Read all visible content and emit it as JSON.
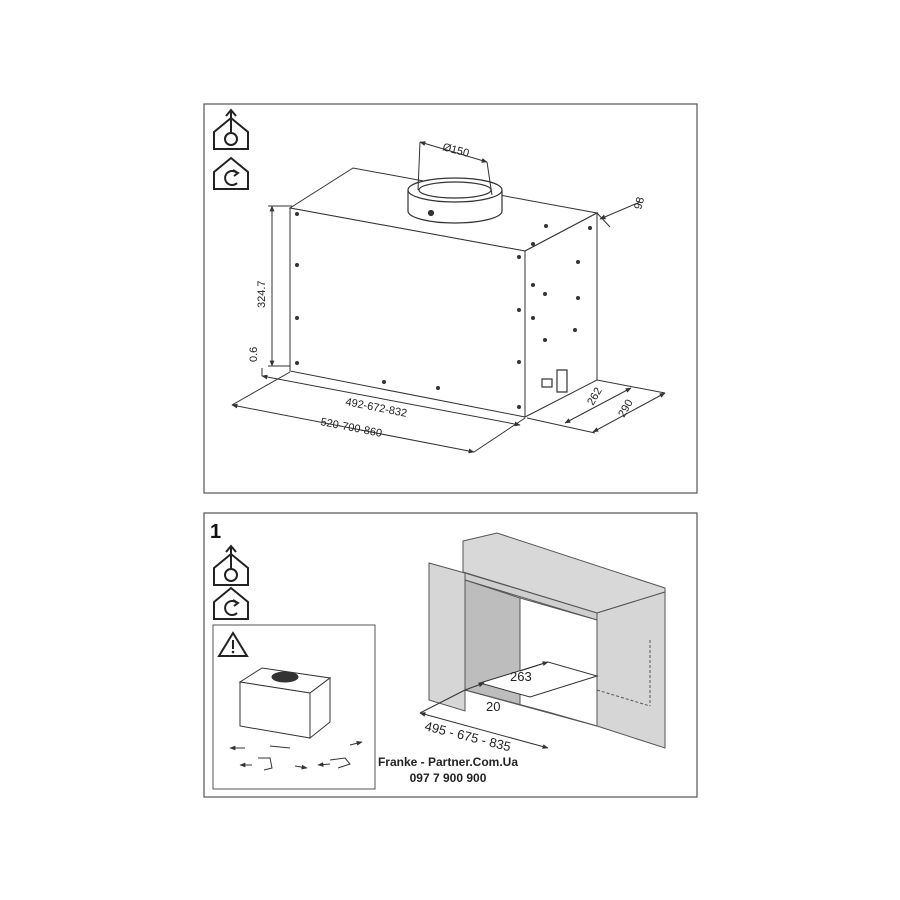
{
  "panel_top": {
    "labels": {
      "diameter": "Ø150",
      "depth_top": "98",
      "height": "324.7",
      "offset": "0.6",
      "inner_width": "492-672-832",
      "outer_width": "520-700-860",
      "inner_depth": "262",
      "outer_depth": "290"
    }
  },
  "panel_bottom": {
    "step_number": "1",
    "labels": {
      "cutout_depth": "263",
      "cutout_offset": "20",
      "cutout_width": "495 - 675 - 835"
    }
  },
  "watermark": {
    "line1": "Franke - Partner.Com.Ua",
    "line2": "097 7 900 900"
  },
  "icons": [
    "ducted-exhaust-icon",
    "recirculation-icon",
    "warning-icon"
  ],
  "colors": {
    "line": "#333333",
    "frame": "#555555",
    "cabinet_dark": "#bdbdbd",
    "cabinet_light": "#d8d8d8",
    "cabinet_mid": "#cfcfcf"
  }
}
